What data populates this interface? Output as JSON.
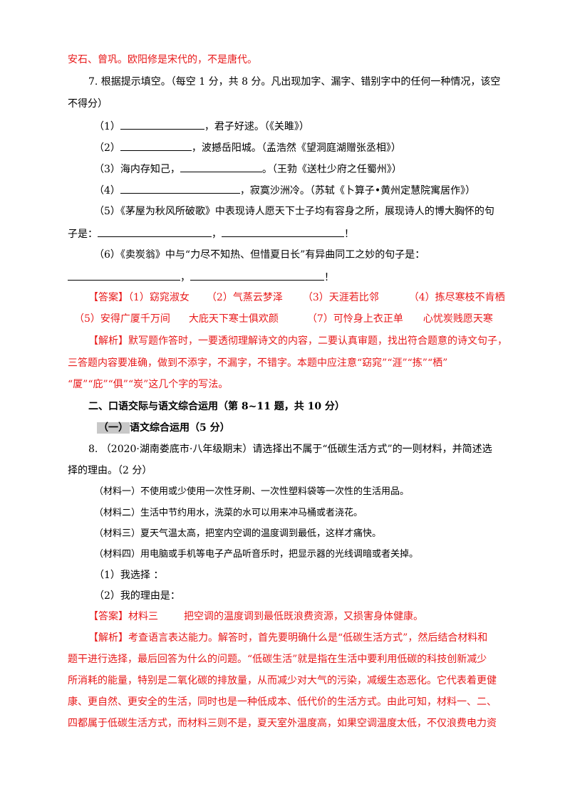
{
  "cont_line": "安石、曾巩。欧阳修是宋代的，不是唐代。",
  "q7": {
    "line1": "7. 根据提示填空。（每空 1 分，共 8 分。凡出现加字、漏字、错别字中的任何一种情况，该空",
    "line2": "不得分）",
    "items": [
      {
        "num": "（1）",
        "after": "，君子好逑。（《关雎》）"
      },
      {
        "num": "（2）",
        "after": "，波撼岳阳城。（孟浩然《望洞庭湖赠张丞相》）"
      },
      {
        "num": "（3）",
        "before": "海内存知己，",
        "after": "。（王勃《送杜少府之任蜀州》）"
      },
      {
        "num": "（4）",
        "after": "，寂寞沙洲冷。（苏轼《卜算子•黄州定慧院寓居作》）"
      }
    ],
    "item5_line1": "（5）《茅屋为秋风所破歌》中表现诗人愿天下士子均有容身之所，展现诗人的博大胸怀的句",
    "item5_prefix": "子是：",
    "item5_comma": "，",
    "item5_end": "！",
    "item6_line1": "（6）《卖炭翁》中与“力尽不知热、但惜夏日长”有异曲同工之妙的句子是：",
    "item6_comma": "，",
    "item6_end": "！",
    "answer_line1": {
      "tag": "【答案】",
      "parts": [
        "（1）窈窕淑女",
        "（2）气蒸云梦泽",
        "（3）天涯若比邻",
        "（4）拣尽寒枝不肯栖"
      ]
    },
    "answer_line2": {
      "parts": [
        "（5）安得广厦千万间",
        "大庇天下寒士俱欢颜",
        "（7）可怜身上衣正单",
        "心忧炭贱愿天寒"
      ]
    },
    "analysis": {
      "tag": "【解析】",
      "line1": "默写题作答时，一要透彻理解诗文的内容，二要认真审题，找出符合题意的诗文句子，",
      "line2": "三答题内容要准确，做到不添字，不漏字，不错字。本题中应注意“窈窕”“涯”“拣”“栖”",
      "line3": "“厦”“庇”“俱”“炭”这几个字的写法。"
    }
  },
  "section2": {
    "title": "二、口语交际与语文综合运用（第 8~11 题，共 10 分）",
    "sub_tag": "（一）",
    "sub_title": "语文综合运用（5 分）"
  },
  "q8": {
    "line1": "8. （2020·湖南娄底市·八年级期末）请选择出不属于“低碳生活方式”的一则材料，并简述选",
    "line2": "择的理由。（2 分）",
    "materials": [
      "（材料一）不使用或少使用一次性牙刷、一次性塑料袋等一次性的生活用品。",
      "（材料二）生活中节约用水，洗菜的水可以用来冲马桶或者浇花。",
      "（材料三）夏天气温太高，把室内空调的温度调到最低，这样才痛快。",
      "（材料四）用电脑或手机等电子产品听音乐时，把显示器的光线调暗或者关掉。"
    ],
    "choose": "（1）我选择 ：",
    "reason": "（2）我的理由是：",
    "answer": {
      "tag": "【答案】",
      "choice": "材料三",
      "text": "把空调的温度调到最低既浪费资源，又损害身体健康。"
    },
    "analysis": {
      "tag": "【解析】",
      "line1": "考查语言表达能力。解答时，首先要明确什么是“低碳生活方式”，然后结合材料和",
      "line2": "题干进行选择，最后回答为什么的问题。“低碳生活”就是指在生活中要利用低碳的科技创新减少",
      "line3": "所消耗的能量，特别是二氧化碳的排放量，从而减少对大气的污染，减缓生态恶化。它代表着更健",
      "line4": "康、更自然、更安全的生活，同时也是一种低成本、低代价的生活方式。由此可知，材料一、二、",
      "line5": "四都属于低碳生活方式，而材料三则不是，夏天室外温度高，如果空调温度太低，不仅浪费电力资"
    }
  }
}
